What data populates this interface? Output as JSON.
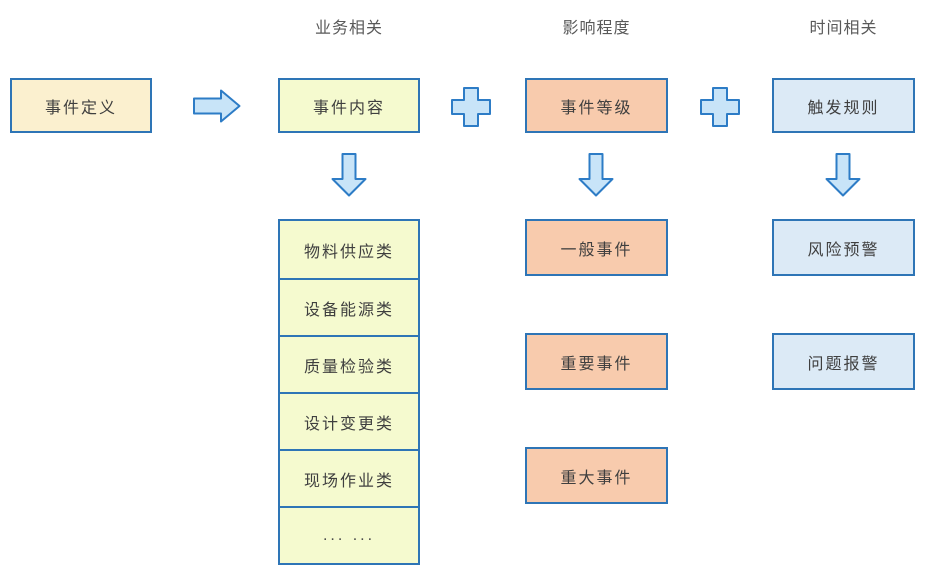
{
  "diagram": {
    "title_context": "event-definition-composition-diagram",
    "column_headers": [
      {
        "label": "业务相关"
      },
      {
        "label": "影响程度"
      },
      {
        "label": "时间相关"
      }
    ],
    "source_box": {
      "label": "事件定义"
    },
    "top_boxes": [
      {
        "label": "事件内容",
        "fill": "#F5FACF"
      },
      {
        "label": "事件等级",
        "fill": "#F8CBAD"
      },
      {
        "label": "触发规则",
        "fill": "#DCEAF6"
      }
    ],
    "business_categories": [
      "物料供应类",
      "设备能源类",
      "质量检验类",
      "设计变更类",
      "现场作业类",
      "... ..."
    ],
    "impact_levels": [
      {
        "label": "一般事件"
      },
      {
        "label": "重要事件"
      },
      {
        "label": "重大事件"
      }
    ],
    "time_rules": [
      {
        "label": "风险预警"
      },
      {
        "label": "问题报警"
      }
    ],
    "colors": {
      "box_border": "#2E75B6",
      "arrow_border": "#2D7CC6",
      "arrow_fill": "#C8E4F8",
      "cream_fill": "#FBF0CF",
      "green_fill": "#F5FACF",
      "salmon_fill": "#F8CBAD",
      "blue_fill": "#DCEAF6",
      "header_text": "#595959",
      "box_text": "#3F3F3F"
    }
  }
}
